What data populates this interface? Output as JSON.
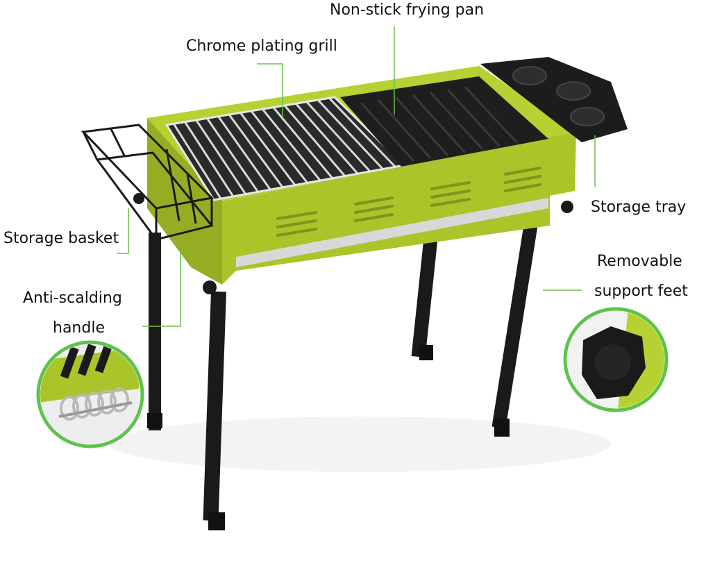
{
  "labels": {
    "frying_pan": "Non-stick frying pan",
    "chrome_grill": "Chrome plating grill",
    "storage_tray": "Storage tray",
    "storage_basket": "Storage basket",
    "removable_feet_line1": "Removable",
    "removable_feet_line2": "support feet",
    "handle_line1": "Anti-scalding",
    "handle_line2": "handle"
  },
  "colors": {
    "body_green": "#b5d132",
    "body_green_dark": "#95ad22",
    "black": "#1a1a1a",
    "callout_line": "#6cbf4a",
    "detail_circle": "#5fc24a"
  }
}
